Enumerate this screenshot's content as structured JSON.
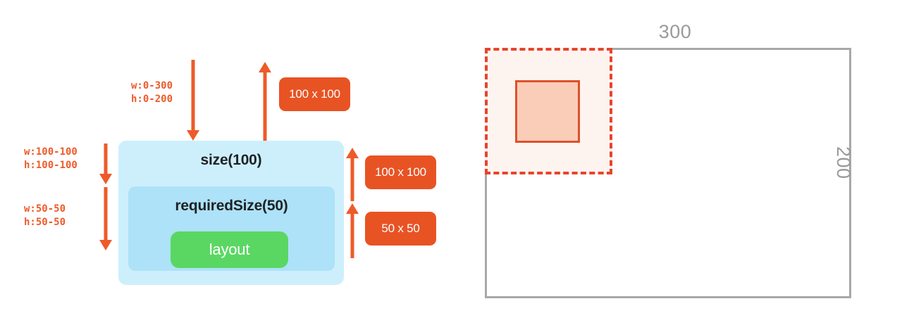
{
  "diagram": {
    "left_panel": {
      "outer_box_label": "size(100)",
      "inner_box_label": "requiredSize(50)",
      "layout_button_label": "layout",
      "constraints": [
        {
          "name": "incoming-constraints",
          "text": "w:0-300\nh:0-200"
        },
        {
          "name": "size-constraints",
          "text": "w:100-100\nh:100-100"
        },
        {
          "name": "required-size-constraints",
          "text": "w:50-50\nh:50-50"
        }
      ],
      "badges": [
        {
          "name": "reported-size-top",
          "text": "100 x 100"
        },
        {
          "name": "reported-size-middle",
          "text": "100 x 100"
        },
        {
          "name": "reported-size-bottom",
          "text": "50 x 50"
        }
      ],
      "arrows": [
        {
          "name": "incoming-constraint-arrow",
          "direction": "down"
        },
        {
          "name": "measured-size-arrow",
          "direction": "up"
        },
        {
          "name": "size-constraint-arrow",
          "direction": "down"
        },
        {
          "name": "required-size-constraint-arrow",
          "direction": "down"
        },
        {
          "name": "size-result-arrow",
          "direction": "up"
        },
        {
          "name": "required-size-result-arrow",
          "direction": "up"
        }
      ]
    },
    "right_panel": {
      "width_label": "300",
      "height_label": "200",
      "outer_rect_name": "available-space-rect",
      "dashed_rect_name": "size-100-rect",
      "solid_rect_name": "required-size-50-rect"
    },
    "colors": {
      "orange": "#ed5b2a",
      "badge_orange": "#e85324",
      "dashed_red": "#e8442a",
      "solid_red": "#e0502a",
      "solid_fill": "#f9cdb8",
      "dashed_fill": "#fdf4f0",
      "outer_blue": "#cdeffc",
      "inner_blue": "#ade2f8",
      "green": "#5ad763",
      "gray_rect": "#a8a8a8",
      "gray_text": "#9a9a9a",
      "dark_text": "#1f2124"
    }
  }
}
